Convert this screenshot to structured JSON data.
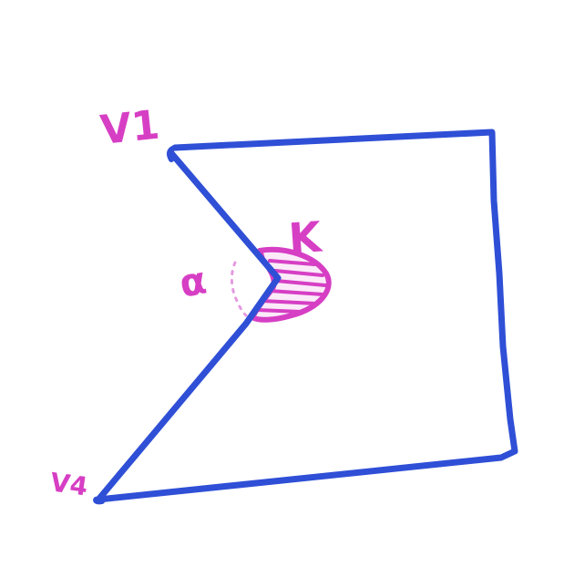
{
  "colors": {
    "background": "#ffffff",
    "polygon_stroke": "#2f4fd6",
    "annotation": "#d63fc4"
  },
  "labels": {
    "vertex_top": "V1",
    "vertex_bottom": "V4",
    "interior_angle": "K",
    "exterior_angle": "α"
  }
}
